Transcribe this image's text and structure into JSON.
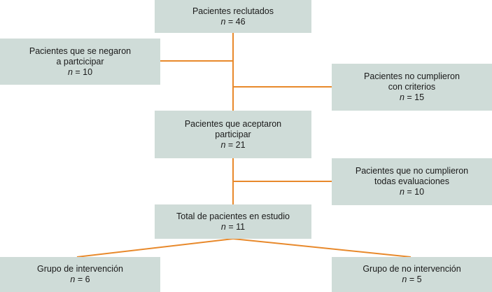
{
  "boxes": {
    "recruited": {
      "lines": [
        "Pacientes reclutados"
      ],
      "n_label": "n",
      "n_value": "= 46"
    },
    "refused": {
      "lines": [
        "Pacientes que se negaron",
        "a partcicipar"
      ],
      "n_label": "n",
      "n_value": "= 10"
    },
    "no_criteria": {
      "lines": [
        "Pacientes no cumplieron",
        "con criterios"
      ],
      "n_label": "n",
      "n_value": "= 15"
    },
    "accepted": {
      "lines": [
        "Pacientes que aceptaron",
        "participar"
      ],
      "n_label": "n",
      "n_value": "= 21"
    },
    "no_evaluations": {
      "lines": [
        "Pacientes que no cumplieron",
        "todas evaluaciones"
      ],
      "n_label": "n",
      "n_value": "= 10"
    },
    "total": {
      "lines": [
        "Total de pacientes en estudio"
      ],
      "n_label": "n",
      "n_value": "= 11"
    },
    "intervention": {
      "lines": [
        "Grupo de intervención"
      ],
      "n_label": "n",
      "n_value": "= 6"
    },
    "no_intervention": {
      "lines": [
        "Grupo de no intervención"
      ],
      "n_label": "n",
      "n_value": "= 5"
    }
  },
  "colors": {
    "box_fill": "#cfdcd8",
    "connector": "#e8892b"
  }
}
